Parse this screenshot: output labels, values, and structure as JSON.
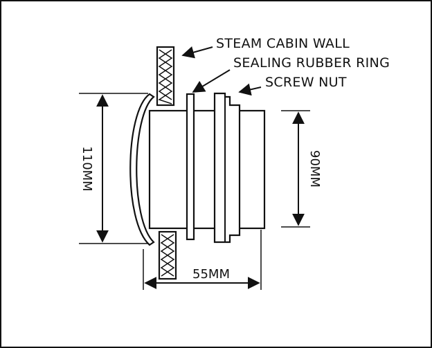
{
  "labels": {
    "wall": "STEAM CABIN WALL",
    "ring": "SEALING RUBBER RING",
    "nut": "SCREW NUT"
  },
  "dimensions": {
    "height_outer": "110MM",
    "height_inner": "90MM",
    "length": "55MM"
  },
  "colors": {
    "stroke": "#111111",
    "background": "#ffffff"
  }
}
